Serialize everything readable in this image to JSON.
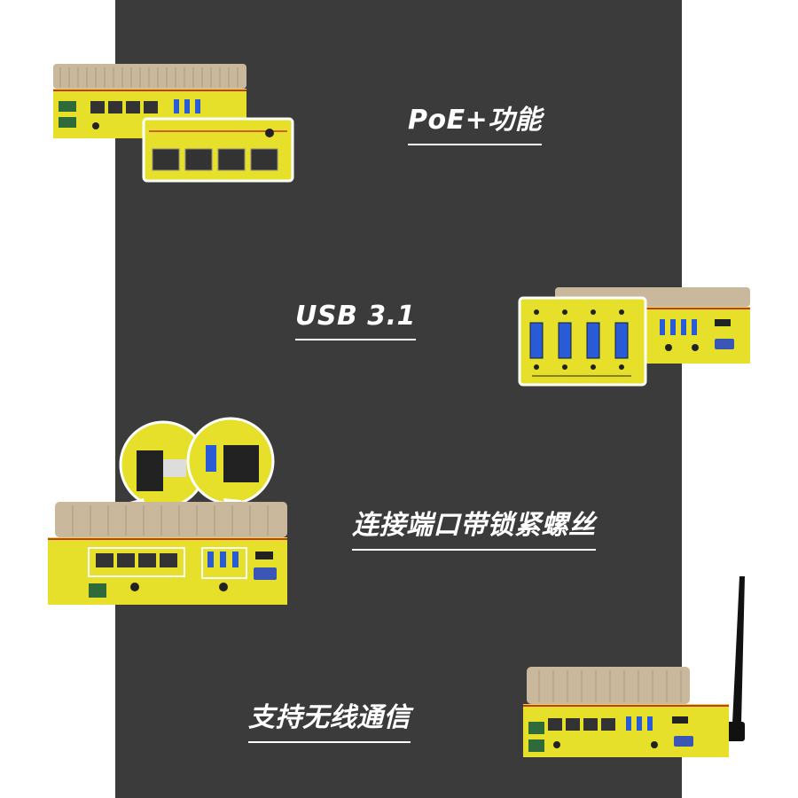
{
  "features": [
    {
      "text": "PoE+功能"
    },
    {
      "text": "USB 3.1"
    },
    {
      "text": "连接端口带锁紧螺丝"
    },
    {
      "text": "支持无线通信"
    }
  ],
  "colors": {
    "background": "#ffffff",
    "stripe": "#3b3b3b",
    "device_body": "#e6e02a",
    "heatsink": "#c9b89c",
    "usb_port": "#2a5bd6",
    "vga_port": "#3a57b5"
  }
}
